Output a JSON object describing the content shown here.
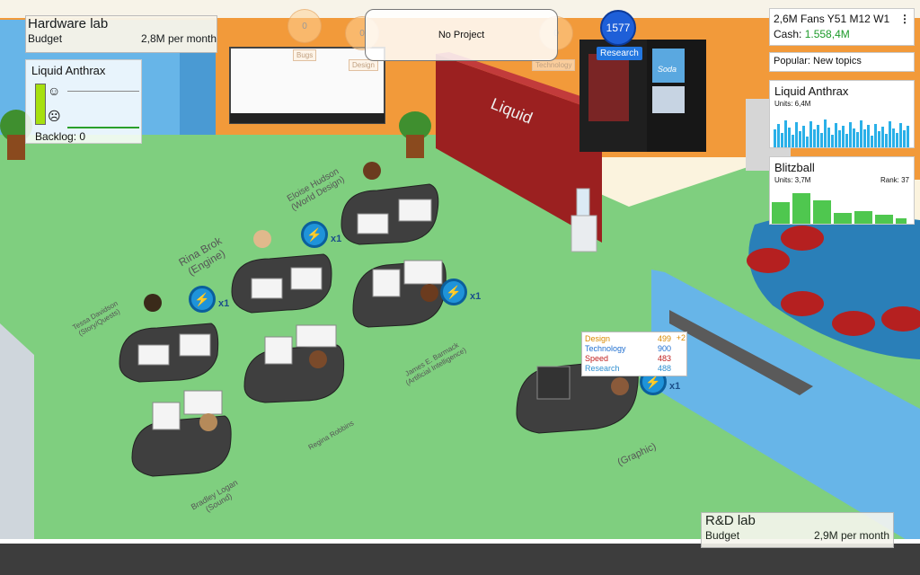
{
  "hardware_lab": {
    "title": "Hardware lab",
    "budget_label": "Budget",
    "budget_value": "2,8M per month"
  },
  "rd_lab": {
    "title": "R&D lab",
    "budget_label": "Budget",
    "budget_value": "2,9M per month"
  },
  "project": {
    "label": "No Project"
  },
  "stats": {
    "bugs": {
      "value": "0",
      "label": "Bugs"
    },
    "design": {
      "value": "0",
      "label": "Design"
    },
    "technology": {
      "value": "0",
      "label": "Technology"
    }
  },
  "research": {
    "points": "1577",
    "label": "Research"
  },
  "company": {
    "fans_line": "2,6M Fans Y51 M12 W1",
    "cash_label": "Cash:",
    "cash_value": "1.558,4M",
    "menu_glyph": "⋮"
  },
  "popular": {
    "text": "Popular: New topics"
  },
  "games": [
    {
      "title": "Liquid Anthrax",
      "units_label": "Units: 6,4M",
      "rank_label": ""
    },
    {
      "title": "Blitzball",
      "units_label": "Units: 3,7M",
      "rank_label": "Rank: 37"
    }
  ],
  "console_panel": {
    "title": "Liquid Anthrax",
    "backlog": "Backlog: 0"
  },
  "wall_sign": "Liquid",
  "vending": {
    "soda_label": "Soda"
  },
  "staff": [
    {
      "name": "Eloise Hudson",
      "role": "(World Design)"
    },
    {
      "name": "Rina Brok",
      "role": "(Engine)"
    },
    {
      "name": "Tessa Davidson",
      "role": "(Story/Quests)"
    },
    {
      "name": "James E. Barmack",
      "role": "(Artificial Intelligence)"
    },
    {
      "name": "Regina Robbins",
      "role": ""
    },
    {
      "name": "Bradley Logan",
      "role": "(Sound)"
    },
    {
      "name": "",
      "role": "(Graphic)"
    }
  ],
  "boosts": {
    "x": "x1"
  },
  "skills": {
    "rows": [
      {
        "label": "Design",
        "value": "499",
        "color": "#d98a00"
      },
      {
        "label": "Technology",
        "value": "900",
        "color": "#1f6fd0"
      },
      {
        "label": "Speed",
        "value": "483",
        "color": "#c02020"
      },
      {
        "label": "Research",
        "value": "488",
        "color": "#2f8fd0"
      }
    ],
    "extra": "+2"
  },
  "colors": {
    "floor": "#7fcf7f",
    "wall_orange": "#f29a3a",
    "wall_blue": "#67b5e8",
    "red_wall": "#9b2020",
    "pool": "#2a7fb8"
  }
}
